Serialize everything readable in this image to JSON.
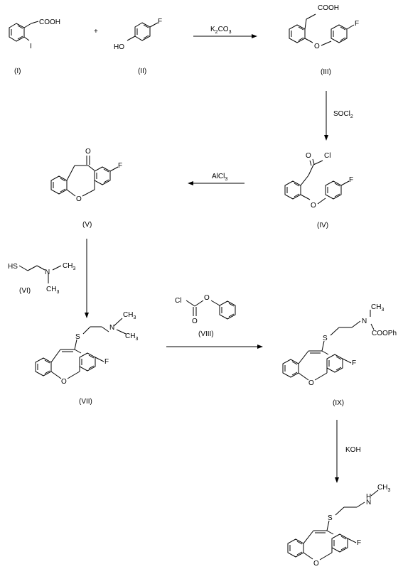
{
  "compounds": {
    "c1": {
      "label": "(I)",
      "atoms": {
        "acid": "COOH",
        "iodo": "I"
      }
    },
    "c2": {
      "label": "(II)",
      "atoms": {
        "hydroxy": "HO",
        "fluoro": "F"
      }
    },
    "c3": {
      "label": "(III)",
      "atoms": {
        "acid": "COOH",
        "oxygen": "O",
        "fluoro": "F"
      }
    },
    "c4": {
      "label": "(IV)",
      "atoms": {
        "carbonyl_o": "O",
        "chloro": "Cl",
        "oxygen": "O",
        "fluoro": "F"
      }
    },
    "c5": {
      "label": "(V)",
      "atoms": {
        "carbonyl_o": "O",
        "fluoro": "F",
        "ring_o": "O"
      }
    },
    "c6": {
      "label": "(VI)",
      "atoms": {
        "thiol": "HS",
        "nitrogen": "N",
        "methyl1": "CH",
        "methyl1_sub": "3",
        "methyl2": "CH",
        "methyl2_sub": "3"
      }
    },
    "c7": {
      "label": "(VII)",
      "atoms": {
        "sulfur": "S",
        "nitrogen": "N",
        "methyl1": "CH",
        "methyl1_sub": "3",
        "methyl2": "CH",
        "methyl2_sub": "3",
        "fluoro": "F",
        "ring_o": "O"
      }
    },
    "c8": {
      "label": "(VIII)",
      "atoms": {
        "chloro": "Cl",
        "ester_o": "O",
        "carbonyl_o": "O"
      }
    },
    "c9": {
      "label": "(IX)",
      "atoms": {
        "sulfur": "S",
        "nitrogen": "N",
        "methyl": "CH",
        "methyl_sub": "3",
        "carbamate": "COOPh",
        "fluoro": "F",
        "ring_o": "O"
      }
    },
    "c10": {
      "atoms": {
        "sulfur": "S",
        "nitrogen": "N",
        "nh_h": "H",
        "methyl": "CH",
        "methyl_sub": "3",
        "fluoro": "F",
        "ring_o": "O"
      }
    }
  },
  "operators": {
    "plus": "+"
  },
  "reagents": {
    "r1": {
      "main": "K",
      "sub": "2",
      "rest": "CO",
      "sub2": "3"
    },
    "r2": {
      "main": "SOCl",
      "sub": "2"
    },
    "r3": {
      "main": "AlCl",
      "sub": "3"
    },
    "r4": {
      "main": "KOH"
    }
  }
}
